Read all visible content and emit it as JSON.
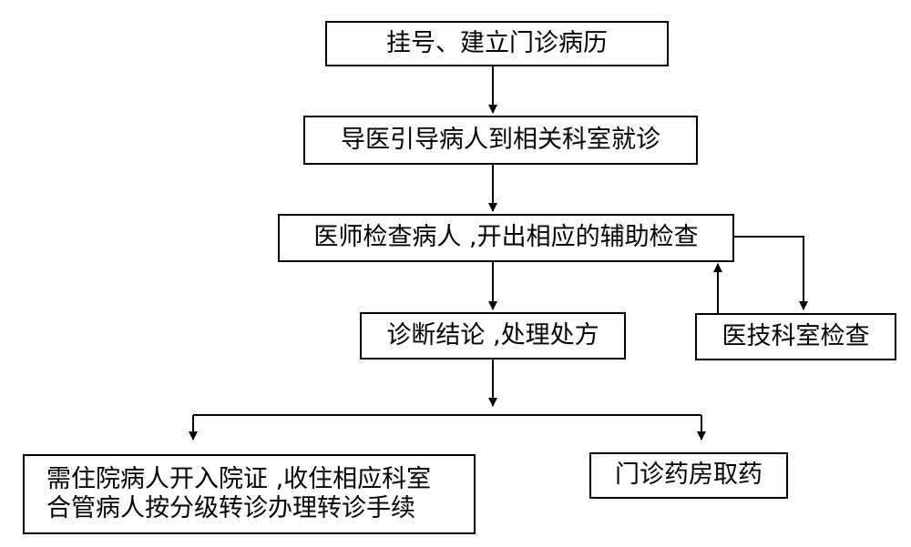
{
  "flowchart": {
    "steps": {
      "register": "挂号、建立门诊病历",
      "guide": "导医引导病人到相关科室就诊",
      "doctor_exam": "医师检查病人 ,开出相应的辅助检查",
      "tech_exam": "医技科室检查",
      "diagnosis": "诊断结论 ,处理处方",
      "admission_line1": "需住院病人开入院证 ,收住相应科室",
      "admission_line2": "合管病人按分级转诊办理转诊手续",
      "pharmacy": "门诊药房取药"
    }
  }
}
